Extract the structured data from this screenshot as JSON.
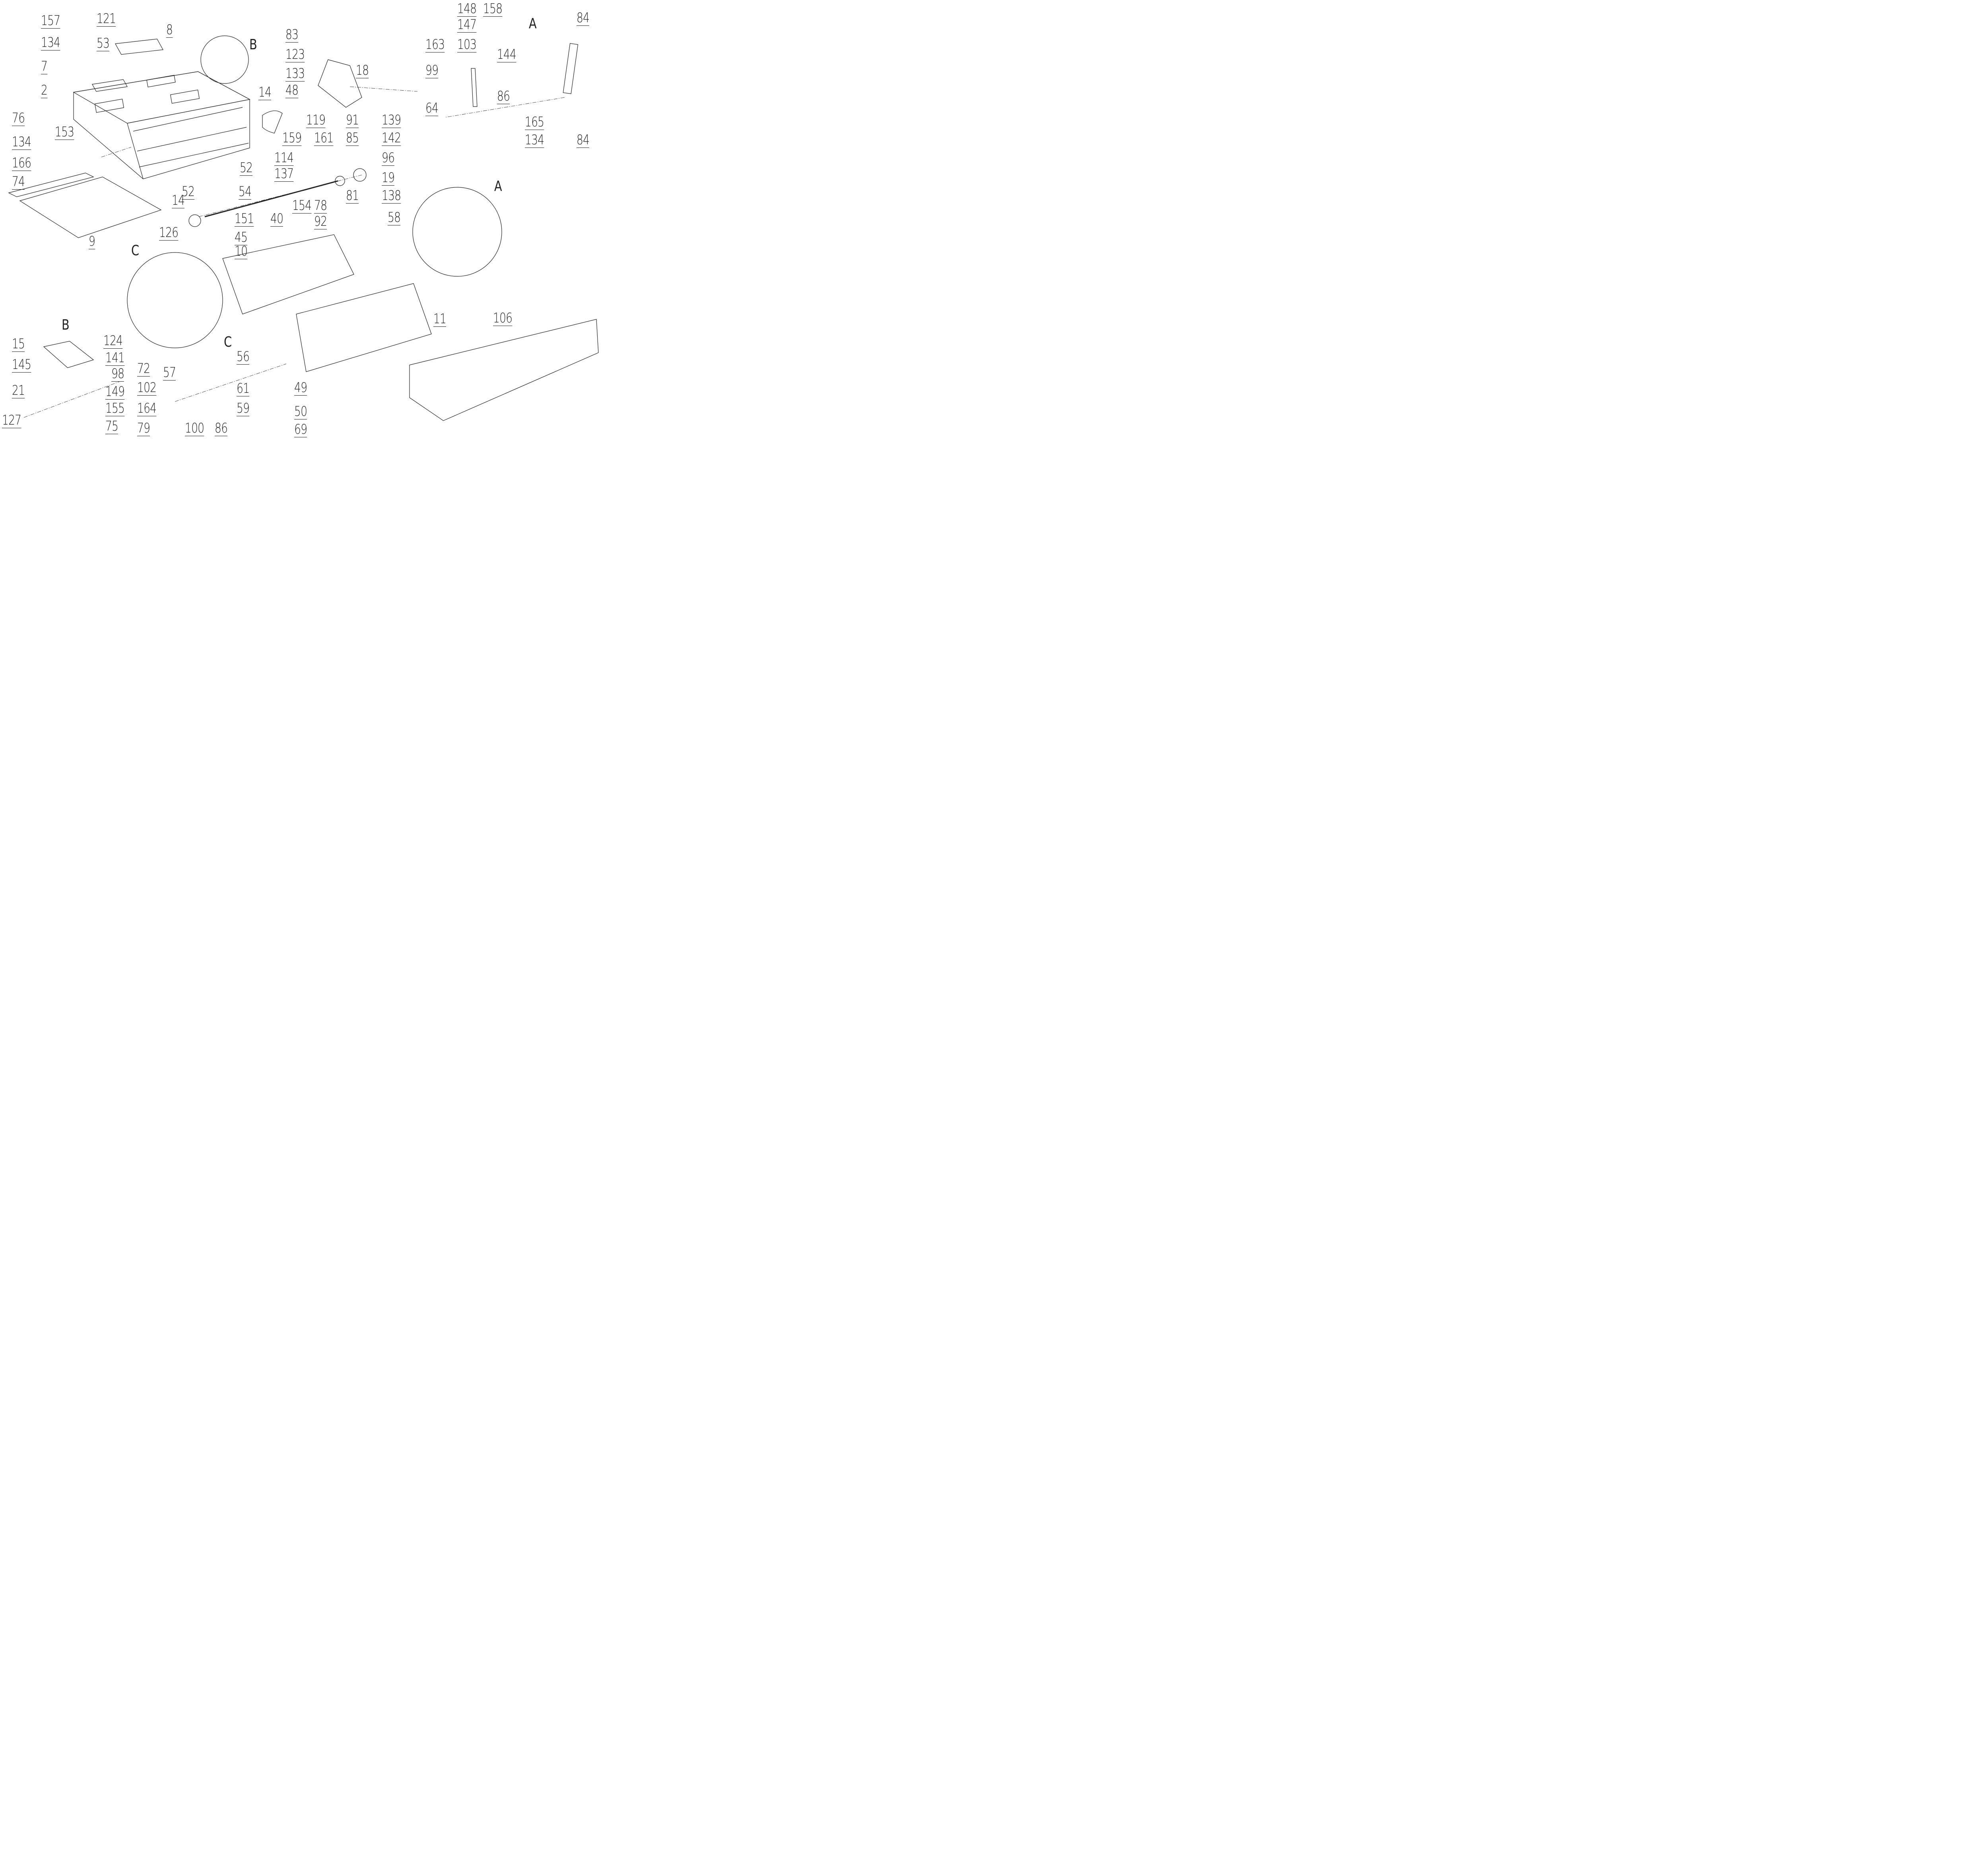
{
  "title": "Exploded parts diagram",
  "views": {
    "A_top": "A",
    "A_circle": "A",
    "B_circle": "B",
    "B_detail": "B",
    "C_circle": "C",
    "C_detail": "C"
  },
  "labels": [
    {
      "id": "157",
      "text": "157"
    },
    {
      "id": "121",
      "text": "121"
    },
    {
      "id": "134a",
      "text": "134"
    },
    {
      "id": "53",
      "text": "53"
    },
    {
      "id": "8",
      "text": "8"
    },
    {
      "id": "7",
      "text": "7"
    },
    {
      "id": "2",
      "text": "2"
    },
    {
      "id": "76",
      "text": "76"
    },
    {
      "id": "134b",
      "text": "134"
    },
    {
      "id": "166",
      "text": "166"
    },
    {
      "id": "153",
      "text": "153"
    },
    {
      "id": "74",
      "text": "74"
    },
    {
      "id": "9",
      "text": "9"
    },
    {
      "id": "14a",
      "text": "14"
    },
    {
      "id": "14b",
      "text": "14"
    },
    {
      "id": "52a",
      "text": "52"
    },
    {
      "id": "52b",
      "text": "52"
    },
    {
      "id": "54",
      "text": "54"
    },
    {
      "id": "126",
      "text": "126"
    },
    {
      "id": "114",
      "text": "114"
    },
    {
      "id": "137",
      "text": "137"
    },
    {
      "id": "159",
      "text": "159"
    },
    {
      "id": "119",
      "text": "119"
    },
    {
      "id": "161",
      "text": "161"
    },
    {
      "id": "85",
      "text": "85"
    },
    {
      "id": "91",
      "text": "91"
    },
    {
      "id": "48",
      "text": "48"
    },
    {
      "id": "133",
      "text": "133"
    },
    {
      "id": "123",
      "text": "123"
    },
    {
      "id": "83",
      "text": "83"
    },
    {
      "id": "18",
      "text": "18"
    },
    {
      "id": "139",
      "text": "139"
    },
    {
      "id": "142",
      "text": "142"
    },
    {
      "id": "96",
      "text": "96"
    },
    {
      "id": "19",
      "text": "19"
    },
    {
      "id": "138",
      "text": "138"
    },
    {
      "id": "81",
      "text": "81"
    },
    {
      "id": "148",
      "text": "148"
    },
    {
      "id": "158",
      "text": "158"
    },
    {
      "id": "147",
      "text": "147"
    },
    {
      "id": "103",
      "text": "103"
    },
    {
      "id": "163",
      "text": "163"
    },
    {
      "id": "99",
      "text": "99"
    },
    {
      "id": "144",
      "text": "144"
    },
    {
      "id": "86a",
      "text": "86"
    },
    {
      "id": "64",
      "text": "64"
    },
    {
      "id": "84a",
      "text": "84"
    },
    {
      "id": "165",
      "text": "165"
    },
    {
      "id": "134c",
      "text": "134"
    },
    {
      "id": "84b",
      "text": "84"
    },
    {
      "id": "151",
      "text": "151"
    },
    {
      "id": "40",
      "text": "40"
    },
    {
      "id": "154",
      "text": "154"
    },
    {
      "id": "78",
      "text": "78"
    },
    {
      "id": "92",
      "text": "92"
    },
    {
      "id": "45",
      "text": "45"
    },
    {
      "id": "10",
      "text": "10"
    },
    {
      "id": "58",
      "text": "58"
    },
    {
      "id": "11",
      "text": "11"
    },
    {
      "id": "106",
      "text": "106"
    },
    {
      "id": "15",
      "text": "15"
    },
    {
      "id": "145",
      "text": "145"
    },
    {
      "id": "21",
      "text": "21"
    },
    {
      "id": "127",
      "text": "127"
    },
    {
      "id": "124",
      "text": "124"
    },
    {
      "id": "141",
      "text": "141"
    },
    {
      "id": "98",
      "text": "98"
    },
    {
      "id": "149",
      "text": "149"
    },
    {
      "id": "155",
      "text": "155"
    },
    {
      "id": "75",
      "text": "75"
    },
    {
      "id": "72",
      "text": "72"
    },
    {
      "id": "102",
      "text": "102"
    },
    {
      "id": "164",
      "text": "164"
    },
    {
      "id": "79",
      "text": "79"
    },
    {
      "id": "57",
      "text": "57"
    },
    {
      "id": "56",
      "text": "56"
    },
    {
      "id": "61",
      "text": "61"
    },
    {
      "id": "59",
      "text": "59"
    },
    {
      "id": "100",
      "text": "100"
    },
    {
      "id": "86b",
      "text": "86"
    },
    {
      "id": "49",
      "text": "49"
    },
    {
      "id": "50",
      "text": "50"
    },
    {
      "id": "69",
      "text": "69"
    }
  ]
}
